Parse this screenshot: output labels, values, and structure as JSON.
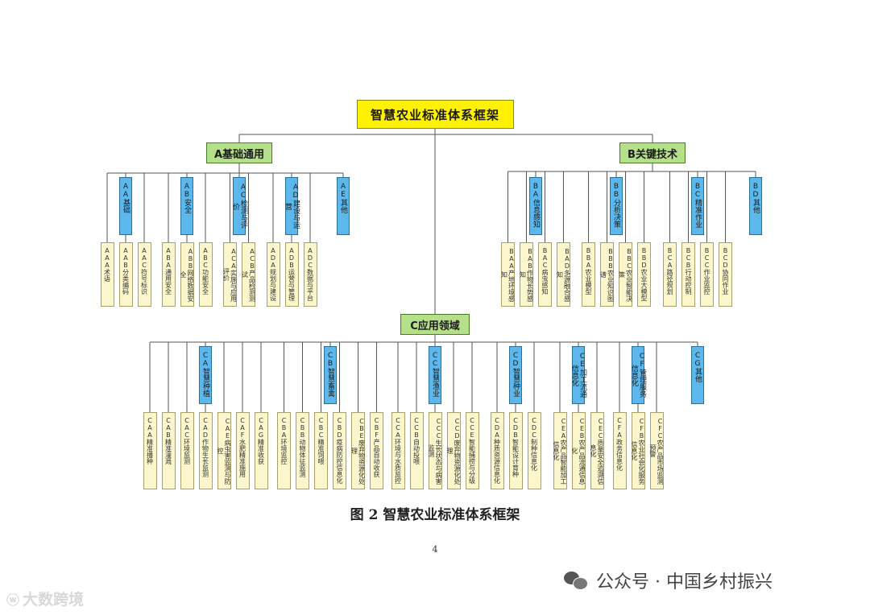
{
  "diagram": {
    "root": "智慧农业标准体系框架",
    "groups": [
      {
        "label": "A基础通用",
        "children": [
          {
            "label": "AA基础",
            "leaves": [
              "AAA术语",
              "AAB分类编码",
              "AAC符号标识"
            ]
          },
          {
            "label": "AB安全",
            "leaves": [
              "ABA通用安全",
              "ABB网络数据安全",
              "ABC功能安全"
            ]
          },
          {
            "label": "AC检测与评价",
            "leaves": [
              "ACA实施与应用评价",
              "ACB产品检测测试"
            ]
          },
          {
            "label": "AD建设与运营",
            "leaves": [
              "ADA规划与建设",
              "ADB运营与管理",
              "ADC数据与平台"
            ]
          },
          {
            "label": "AE其他",
            "leaves": []
          }
        ]
      },
      {
        "label": "B关键技术",
        "children": [
          {
            "label": "BA信息感知",
            "leaves": [
              "BAA产地环境感知",
              "BAB作物长势感知",
              "BAC病虫感知",
              "BAD多源融合感知"
            ]
          },
          {
            "label": "BB分析决策",
            "leaves": [
              "BBA农业模型",
              "BBB农业知识图谱",
              "BBC农业智能决策",
              "BBD农业大模型"
            ]
          },
          {
            "label": "BC精准作业",
            "leaves": [
              "BCA路径规划",
              "BCB行动控制",
              "BCC作业监控",
              "BCD协同作业"
            ]
          },
          {
            "label": "BD其他",
            "leaves": []
          }
        ]
      },
      {
        "label": "C应用领域",
        "children": [
          {
            "label": "CA智慧种植",
            "leaves": [
              "CAA精准播种",
              "CAB精准灌溉",
              "CAC环境监测",
              "CAD作物生长监测",
              "CAE病虫害监测与防控",
              "CAF水肥精准施用",
              "CAG精准收获"
            ]
          },
          {
            "label": "CB智慧畜禽",
            "leaves": [
              "CBA环境监控",
              "CBB动物体征监测",
              "CBC精准饲喂",
              "CBD疫病防控信息化",
              "CBE废弃物资源化处理",
              "CBF产品自动收获"
            ]
          },
          {
            "label": "CC智慧渔业",
            "leaves": [
              "CCA环境与水质监控",
              "CCB自动投喂",
              "CCC生长状态与病害监测",
              "CCD废弃物资源化处理",
              "CCE智能捕捞与分级"
            ]
          },
          {
            "label": "CD智慧种业",
            "leaves": [
              "CDA种质资源信息化",
              "CDB智能设计育种",
              "CDC制种信息化"
            ]
          },
          {
            "label": "CE加工流通信息化",
            "leaves": [
              "CEA农产品智能加工信息化",
              "CEB农产品流通信息化",
              "CEC质量安全追溯信息化"
            ]
          },
          {
            "label": "CF管理服务信息化",
            "leaves": [
              "CFA政务信息化",
              "CFB农业社会化服务信息化",
              "CFC农产品市场监测预警"
            ]
          },
          {
            "label": "CG其他",
            "leaves": []
          }
        ]
      }
    ]
  },
  "caption": "图 2  智慧农业标准体系框架",
  "page_number": "4",
  "watermarks": {
    "left_icon": "weibo-icon",
    "left_text": "大数跨境",
    "right_icon": "wechat-icon",
    "right_text": "公众号 · 中国乡村振兴"
  },
  "colors": {
    "root_fill": "#fff200",
    "main_fill": "#b5e08a",
    "mid_fill": "#5cb8ec",
    "leaf_fill": "#fbf6cc",
    "line": "#555555"
  }
}
